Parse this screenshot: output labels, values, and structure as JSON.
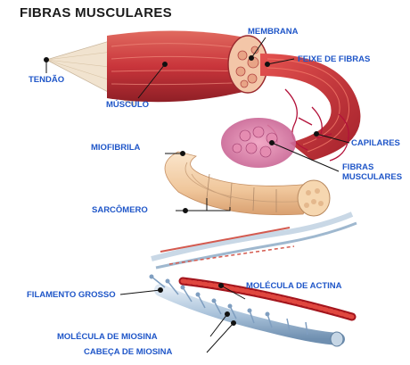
{
  "title": "FIBRAS MUSCULARES",
  "labels": {
    "membrana": "MEMBRANA",
    "feixe": "FEIXE DE FIBRAS",
    "tendao": "TENDÃO",
    "musculo": "MÚSCULO",
    "miofibrila": "MIOFIBRILA",
    "capilares": "CAPILARES",
    "fibras_1": "FIBRAS",
    "fibras_2": "MUSCULARES",
    "sarcomero": "SARCÔMERO",
    "filamento": "FILAMENTO GROSSO",
    "actina": "MOLÉCULA DE ACTINA",
    "miosina": "MOLÉCULA DE MIOSINA",
    "cabeca": "CABEÇA DE MIOSINA"
  },
  "colors": {
    "label": "#1f56c8",
    "muscle": "#c9353b",
    "myofibril": "#f2cfa6",
    "filament": "#b8cde0",
    "capillary": "#b3123a"
  }
}
